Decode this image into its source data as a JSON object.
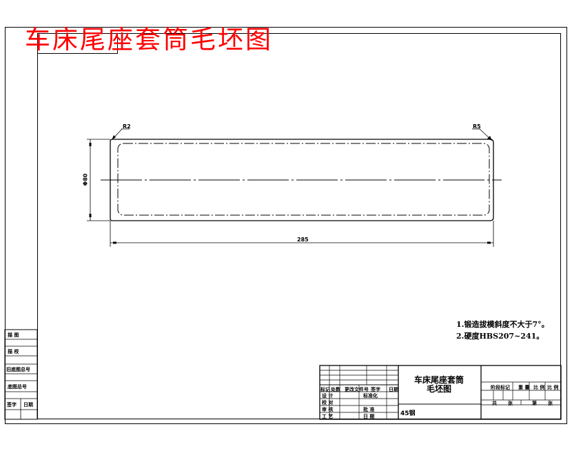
{
  "drawing": {
    "banner_title": "车床尾座套筒毛坯图",
    "title_color": "#ff0000",
    "line_color": "#000000",
    "background": "#ffffff"
  },
  "part": {
    "radius_left": "R2",
    "radius_right": "R5",
    "dim_height": "Φ80",
    "dim_length": "285"
  },
  "notes": [
    "1.锻造拔模斜度不大于7°。",
    "2.硬度HBS207~241。"
  ],
  "title_block": {
    "part_name_line1": "车床尾座套筒",
    "part_name_line2": "毛坯图",
    "material": "45钢",
    "header": {
      "mark": "标记",
      "count": "处数",
      "change_doc": "更改文件号",
      "sign": "签字",
      "date": "日期"
    },
    "rows": {
      "design": "设 计",
      "standardize": "标准化",
      "check": "校 对",
      "review": "审 核",
      "approve": "批 准",
      "process": "工 艺",
      "date": "日 期"
    },
    "right": {
      "stage_mark": "阶段标记",
      "weight": "重 量",
      "scale": "比 例",
      "total": "共",
      "sheets1": "张",
      "page": "第",
      "sheets2": "张"
    }
  },
  "side_strip": {
    "items": [
      "描 图",
      "描 校",
      "旧底图总号",
      "底图总号",
      "签字",
      "日期"
    ]
  }
}
